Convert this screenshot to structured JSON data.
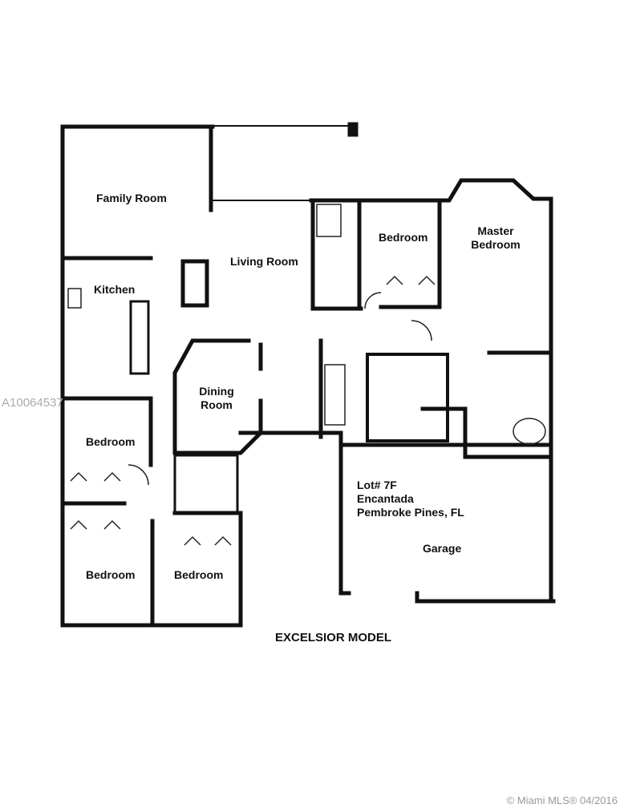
{
  "rooms": {
    "family_room": "Family Room",
    "kitchen": "Kitchen",
    "living_room": "Living Room",
    "bedroom_top": "Bedroom",
    "master_bedroom_1": "Master",
    "master_bedroom_2": "Bedroom",
    "dining_1": "Dining",
    "dining_2": "Room",
    "bedroom_left": "Bedroom",
    "bedroom_bottom_left": "Bedroom",
    "bedroom_bottom_mid": "Bedroom",
    "garage": "Garage"
  },
  "lot": {
    "line1": "Lot# 7F",
    "line2": "Encantada",
    "line3": "Pembroke Pines, FL"
  },
  "model_title": "EXCELSIOR MODEL",
  "watermark": "A10064537",
  "copyright": "© Miami MLS® 04/2016"
}
